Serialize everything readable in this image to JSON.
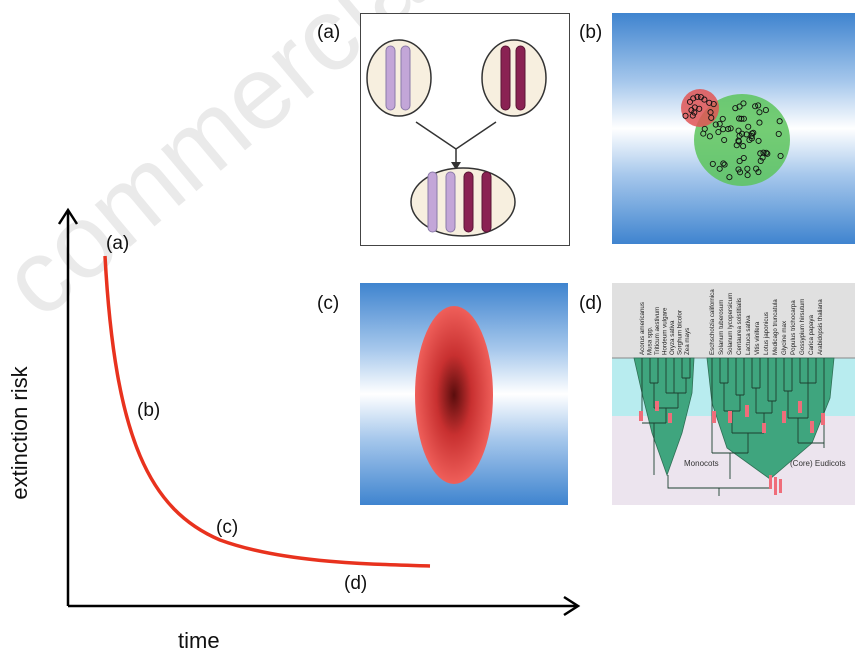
{
  "watermark": "commercial use",
  "curve_labels": {
    "a": "(a)",
    "b": "(b)",
    "c": "(c)",
    "d": "(d)"
  },
  "axes": {
    "y_title": "extinction risk",
    "x_title": "time"
  },
  "panels": {
    "a": {
      "label": "(a)"
    },
    "b": {
      "label": "(b)"
    },
    "c": {
      "label": "(c)"
    },
    "d": {
      "label": "(d)",
      "species_monocots": [
        "Acorus americanus",
        "Musa spp.",
        "Triticum aestivum",
        "Hordeum vulgare",
        "Oryza sativa",
        "Sorghum bicolor",
        "Zea mays"
      ],
      "species_eudicots": [
        "Eschscholzia californica",
        "Solanum tuberosum",
        "Solanum lycopersicum",
        "Centaurea solstitialis",
        "Lactuca sativa",
        "Vitis vinifera",
        "Lotus japonicus",
        "Medicago truncatula",
        "Glycine max",
        "Populus trichocarpa",
        "Gossypium hirsutum",
        "Carica papaya",
        "Arabidopsis thaliana"
      ],
      "clade_monocots": "Monocots",
      "clade_eudicots": "(Core) Eudicots"
    }
  },
  "colors": {
    "curve": "#e8321e",
    "axis": "#000000",
    "chrom_light": "#c3a6d8",
    "chrom_dark": "#8a2253",
    "cell_fill": "#f7efdf",
    "clade_fill": "#3fa57e",
    "duplication": "#ef6d7a"
  }
}
